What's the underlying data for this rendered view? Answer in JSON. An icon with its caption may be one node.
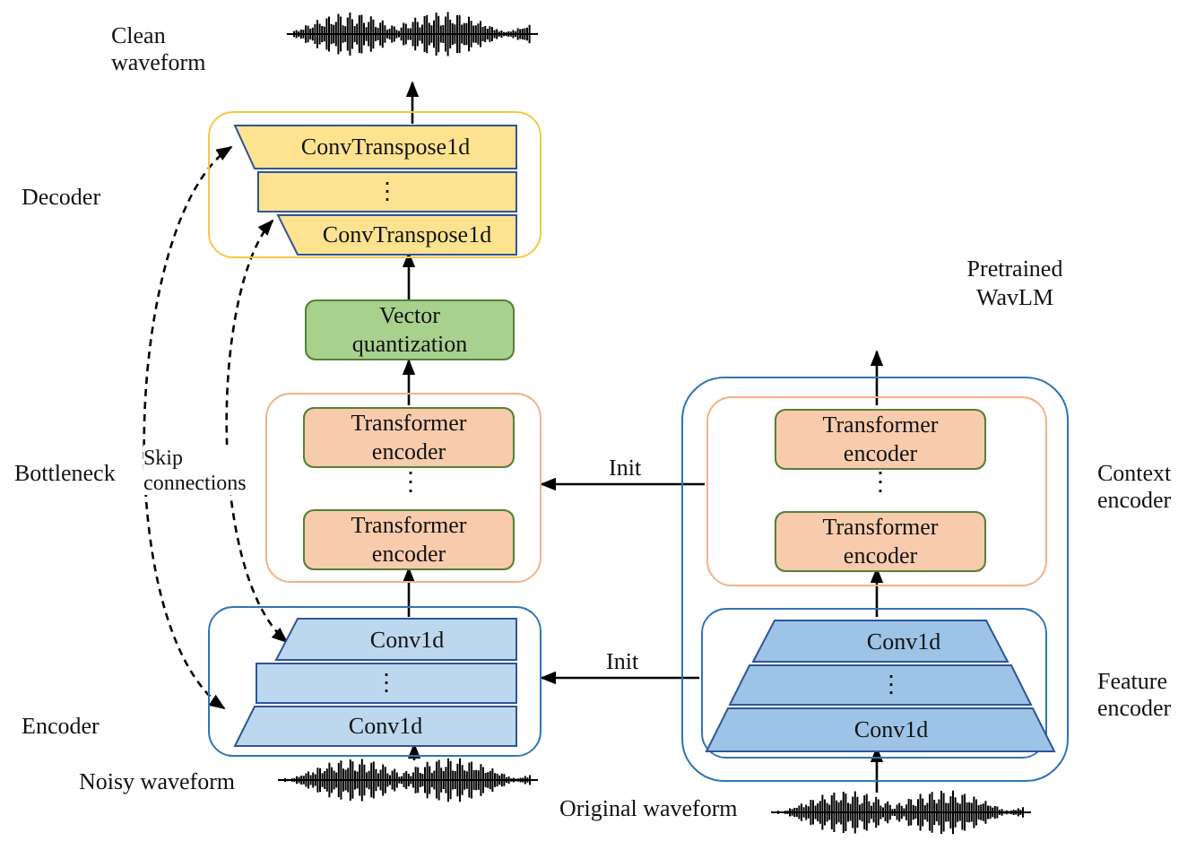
{
  "diagram": {
    "nodes": [
      {
        "text": [],
        "shape": "picture",
        "beside": [
          "Clean waveform"
        ]
      },
      {
        "text": [],
        "shape": "box"
      },
      {
        "text": [
          "ConvTranspose1d"
        ],
        "in": 1
      },
      {
        "text": [
          "⋮"
        ],
        "in": 1
      },
      {
        "text": [
          "ConvTranspose1d"
        ],
        "in": 1
      },
      {
        "text": [
          "Vector quantization"
        ]
      },
      {
        "text": [],
        "shape": "box"
      },
      {
        "text": [
          "Transformer encoder"
        ],
        "in": 6
      },
      {
        "text": [
          "Transformer encoder"
        ],
        "in": 6
      },
      {
        "text": [],
        "shape": "box"
      },
      {
        "text": [
          "Conv1d"
        ],
        "in": 9
      },
      {
        "text": [
          "⋮"
        ],
        "in": 9
      },
      {
        "text": [
          "Conv1d"
        ],
        "in": 9
      },
      {
        "text": [],
        "shape": "picture"
      },
      {
        "text": [
          "Pretrained WavLM"
        ]
      },
      {
        "text": [],
        "shape": "box",
        "in": 14,
        "beside": [
          "Context encoder"
        ]
      },
      {
        "text": [
          "Transformer encoder"
        ],
        "in": 15
      },
      {
        "text": [
          "Transformer encoder"
        ],
        "in": 15
      },
      {
        "text": [],
        "shape": "box",
        "in": 14,
        "beside": [
          "Feature encoder"
        ]
      },
      {
        "text": [
          "Conv1d"
        ],
        "in": 18
      },
      {
        "text": [
          "⋮"
        ],
        "in": 18
      },
      {
        "text": [
          "Conv1d"
        ],
        "in": 18
      },
      {
        "text": [],
        "shape": "picture",
        "beside": [
          "Original waveform"
        ]
      }
    ],
    "edges": [
      {
        "from": 13,
        "to": 12,
        "arrow": "to"
      },
      {
        "from": 10,
        "to": 8,
        "arrow": "to"
      },
      {
        "from": 7,
        "to": 5,
        "arrow": "to"
      },
      {
        "from": 5,
        "to": 4,
        "arrow": "to"
      },
      {
        "from": 2,
        "to": 0,
        "arrow": "to"
      },
      {
        "from": 2,
        "to": 12,
        "arrow": "both",
        "style": "dashed"
      },
      {
        "from": 4,
        "to": 10,
        "arrow": "both",
        "style": "dashed"
      },
      {
        "from": 15,
        "to": 6,
        "arrow": "to",
        "label": "Init"
      },
      {
        "from": 18,
        "to": 9,
        "arrow": "to",
        "label": "Init"
      },
      {
        "from": 22,
        "to": 21,
        "arrow": "to"
      },
      {
        "from": 19,
        "to": 17,
        "arrow": "to"
      },
      {
        "from": 16,
        "to": null,
        "arrow": "to"
      }
    ],
    "labels": [
      "Decoder",
      "Bottleneck",
      "Skip connections",
      "⋮",
      "⋮",
      "Encoder",
      "Noisy waveform"
    ]
  }
}
